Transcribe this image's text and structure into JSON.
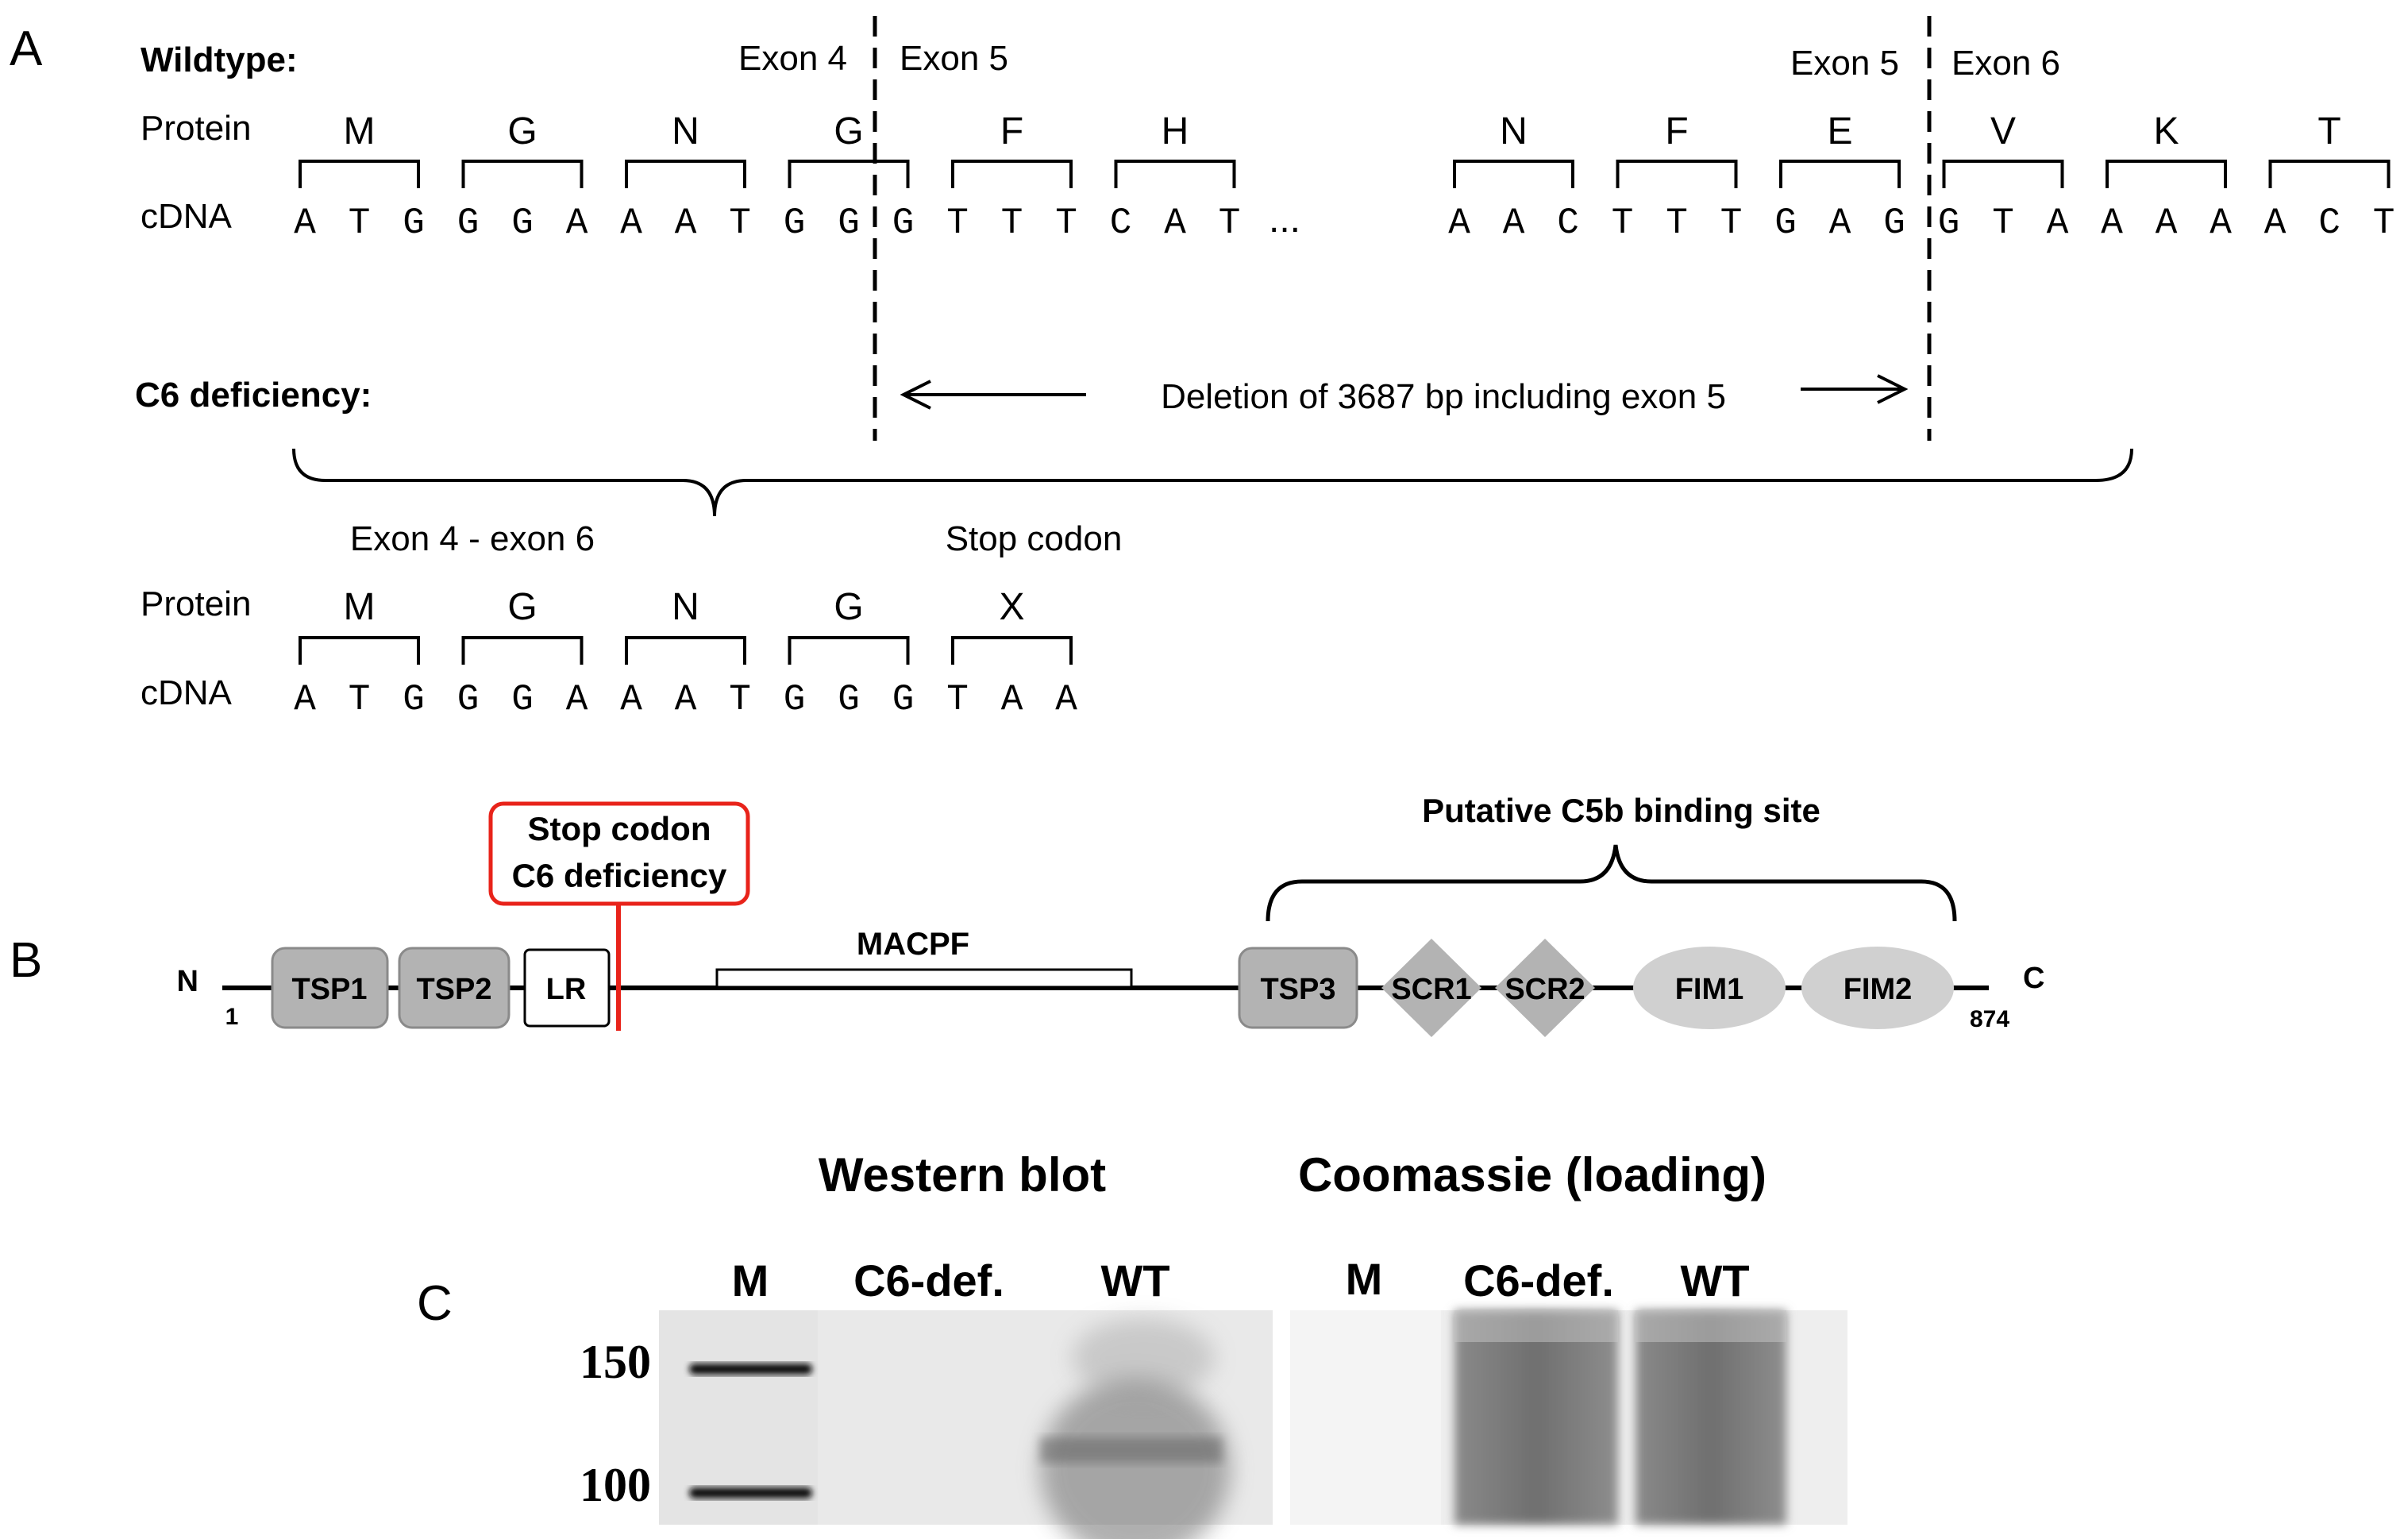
{
  "panel_a": {
    "panel_label": "A",
    "wildtype": {
      "heading": "Wildtype:",
      "exon_labels": [
        "Exon 4",
        "Exon 5",
        "Exon 5",
        "Exon 6"
      ],
      "protein_label": "Protein",
      "cdna_label": "cDNA",
      "left_codons": [
        {
          "aa": "M",
          "nt": [
            "A",
            "T",
            "G"
          ]
        },
        {
          "aa": "G",
          "nt": [
            "G",
            "G",
            "A"
          ]
        },
        {
          "aa": "N",
          "nt": [
            "A",
            "A",
            "T"
          ]
        },
        {
          "aa": "G",
          "nt": [
            "G",
            "G",
            "G"
          ]
        },
        {
          "aa": "F",
          "nt": [
            "T",
            "T",
            "T"
          ]
        },
        {
          "aa": "H",
          "nt": [
            "C",
            "A",
            "T"
          ]
        }
      ],
      "ellipsis": "...",
      "right_codons": [
        {
          "aa": "N",
          "nt": [
            "A",
            "A",
            "C"
          ]
        },
        {
          "aa": "F",
          "nt": [
            "T",
            "T",
            "T"
          ]
        },
        {
          "aa": "E",
          "nt": [
            "G",
            "A",
            "G"
          ]
        },
        {
          "aa": "V",
          "nt": [
            "G",
            "T",
            "A"
          ]
        },
        {
          "aa": "K",
          "nt": [
            "A",
            "A",
            "A"
          ]
        },
        {
          "aa": "T",
          "nt": [
            "A",
            "C",
            "T"
          ]
        }
      ]
    },
    "deficiency": {
      "heading": "C6 deficiency:",
      "deletion_text": "Deletion of 3687 bp including exon 5",
      "junction_label": "Exon 4 - exon 6",
      "stop_label": "Stop codon",
      "protein_label": "Protein",
      "cdna_label": "cDNA",
      "codons": [
        {
          "aa": "M",
          "nt": [
            "A",
            "T",
            "G"
          ]
        },
        {
          "aa": "G",
          "nt": [
            "G",
            "G",
            "A"
          ]
        },
        {
          "aa": "N",
          "nt": [
            "A",
            "A",
            "T"
          ]
        },
        {
          "aa": "G",
          "nt": [
            "G",
            "G",
            "G"
          ]
        },
        {
          "aa": "X",
          "nt": [
            "T",
            "A",
            "A"
          ]
        }
      ]
    }
  },
  "panel_b": {
    "panel_label": "B",
    "n_terminus": "N",
    "c_terminus": "C",
    "start_residue": "1",
    "end_residue": "874",
    "stop_box_lines": [
      "Stop codon",
      "C6 deficiency"
    ],
    "binding_site_label": "Putative C5b binding site",
    "macpf_label": "MACPF",
    "domains": [
      "TSP1",
      "TSP2",
      "LR",
      "TSP3",
      "SCR1",
      "SCR2",
      "FIM1",
      "FIM2"
    ],
    "colors": {
      "stop_marker": "#e8231a",
      "domain_fill": "#b3b3b3",
      "oval_fill": "#d0d0d0"
    }
  },
  "panel_c": {
    "panel_label": "C",
    "western_title": "Western blot",
    "coomassie_title": "Coomassie (loading)",
    "western_lanes": [
      "M",
      "C6-def.",
      "WT"
    ],
    "coomassie_lanes": [
      "M",
      "C6-def.",
      "WT"
    ],
    "markers": [
      "150",
      "100"
    ]
  }
}
